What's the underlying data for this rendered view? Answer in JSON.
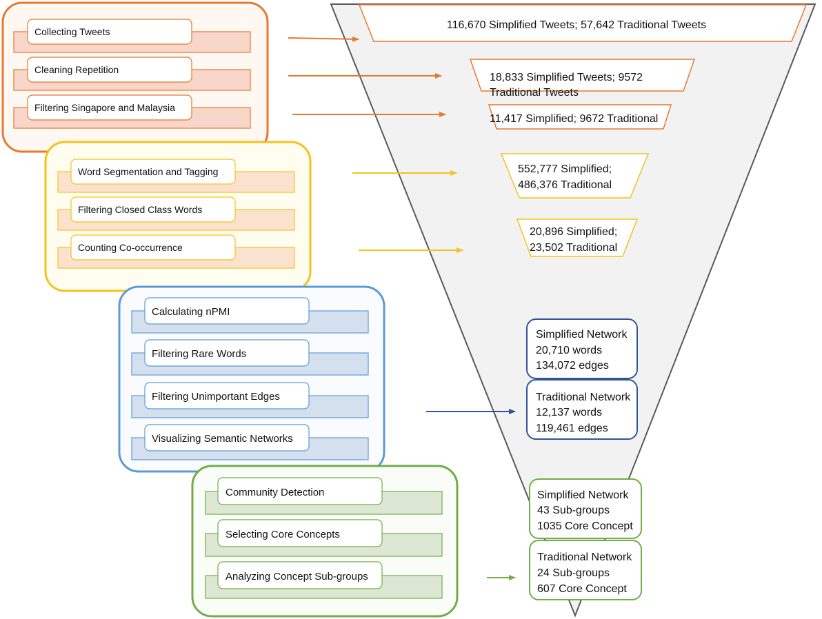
{
  "colors": {
    "orange": "#E8782E",
    "yellow": "#F5C21A",
    "blue": "#5B9BD5",
    "green": "#70AD47",
    "funnel_fill": "#F2F2F2",
    "funnel_stroke": "#595959",
    "network_blue": "#2F5597"
  },
  "process_groups": [
    {
      "id": "collection",
      "steps": [
        "Collecting Tweets",
        "Cleaning Repetition",
        "Filtering Singapore and Malaysia"
      ]
    },
    {
      "id": "segmentation",
      "steps": [
        "Word Segmentation and Tagging",
        "Filtering Closed Class Words",
        "Counting Co-occurrence"
      ]
    },
    {
      "id": "network",
      "steps": [
        "Calculating nPMI",
        "Filtering Rare Words",
        "Filtering Unimportant Edges",
        "Visualizing Semantic Networks"
      ]
    },
    {
      "id": "community",
      "steps": [
        "Community Detection",
        "Selecting Core Concepts",
        "Analyzing Concept Sub-groups"
      ]
    }
  ],
  "funnel": {
    "stages": [
      {
        "lines": [
          "116,670 Simplified Tweets; 57,642 Traditional Tweets"
        ]
      },
      {
        "lines": [
          "18,833 Simplified Tweets; 9572",
          "Traditional Tweets"
        ]
      },
      {
        "lines": [
          "11,417 Simplified; 9672 Traditional"
        ]
      },
      {
        "lines": [
          "552,777 Simplified;",
          "486,376 Traditional"
        ]
      },
      {
        "lines": [
          "20,896 Simplified;",
          "23,502 Traditional"
        ]
      }
    ],
    "networks": [
      {
        "lines": [
          "Simplified Network",
          "20,710 words",
          "134,072 edges"
        ]
      },
      {
        "lines": [
          "Traditional Network",
          "12,137 words",
          "119,461 edges"
        ]
      }
    ],
    "communities": [
      {
        "lines": [
          "Simplified Network",
          "43 Sub-groups",
          "1035 Core Concept"
        ]
      },
      {
        "lines": [
          "Traditional Network",
          "24 Sub-groups",
          "607 Core Concept"
        ]
      }
    ]
  }
}
